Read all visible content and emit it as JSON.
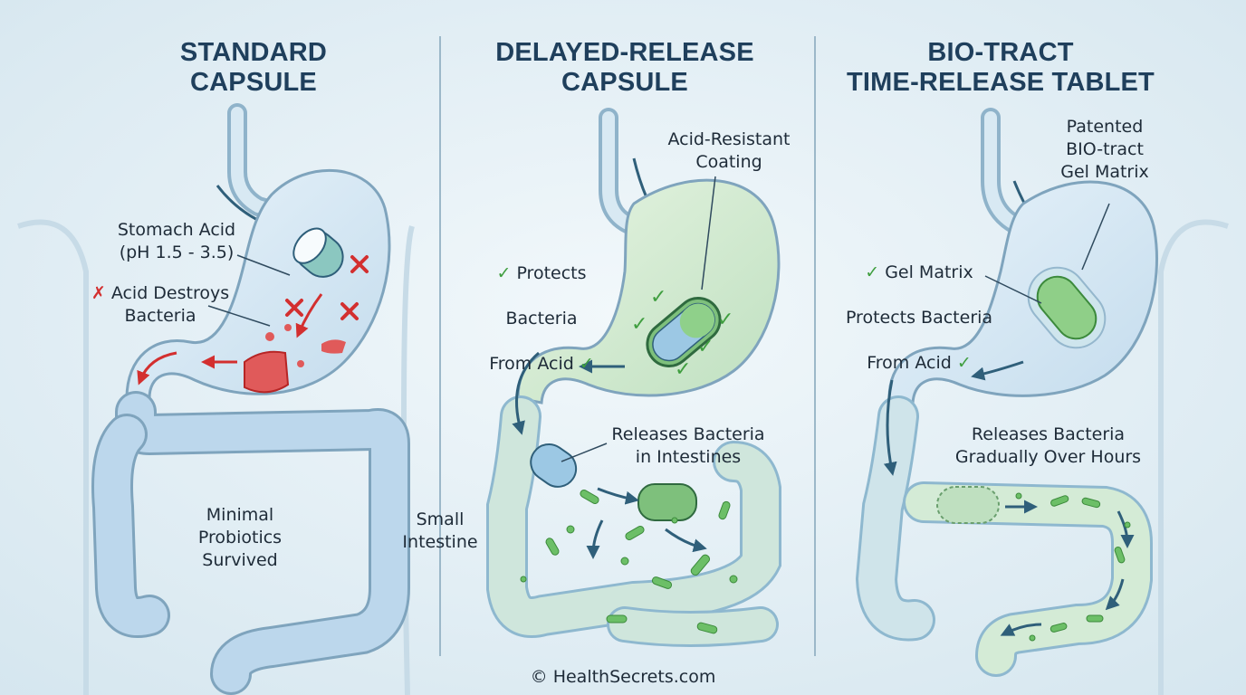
{
  "panels": [
    {
      "title": "STANDARD\nCAPSULE",
      "stomach_acid": "Stomach Acid\n(pH 1.5 - 3.5)",
      "acid_destroys": "Acid Destroys\nBacteria",
      "survival": "Minimal\nProbiotics\nSurvived"
    },
    {
      "title": "DELAYED-RELEASE\nCAPSULE",
      "coating": "Acid-Resistant\nCoating",
      "protects_line1": "Protects",
      "protects_line2": "Bacteria",
      "protects_line3": "From Acid",
      "releases": "Releases Bacteria\nin Intestines",
      "small_intestine": "Small\nIntestine"
    },
    {
      "title": "BIO-TRACT\nTIME-RELEASE TABLET",
      "matrix": "Patented\nBIO-tract\nGel Matrix",
      "protects_line1": "Gel Matrix",
      "protects_line2": "Protects Bacteria",
      "protects_line3": "From Acid",
      "releases": "Releases Bacteria\nGradually Over Hours"
    }
  ],
  "footer": "© HealthSecrets.com",
  "icons": {
    "check": "checkmark-icon",
    "cross": "x-mark-icon"
  },
  "colors": {
    "title": "#1f3f5c",
    "check": "#3f9e3f",
    "cross": "#d32f2f",
    "intestine": "#bcd7ec",
    "bacteria": "#6cbf67"
  }
}
